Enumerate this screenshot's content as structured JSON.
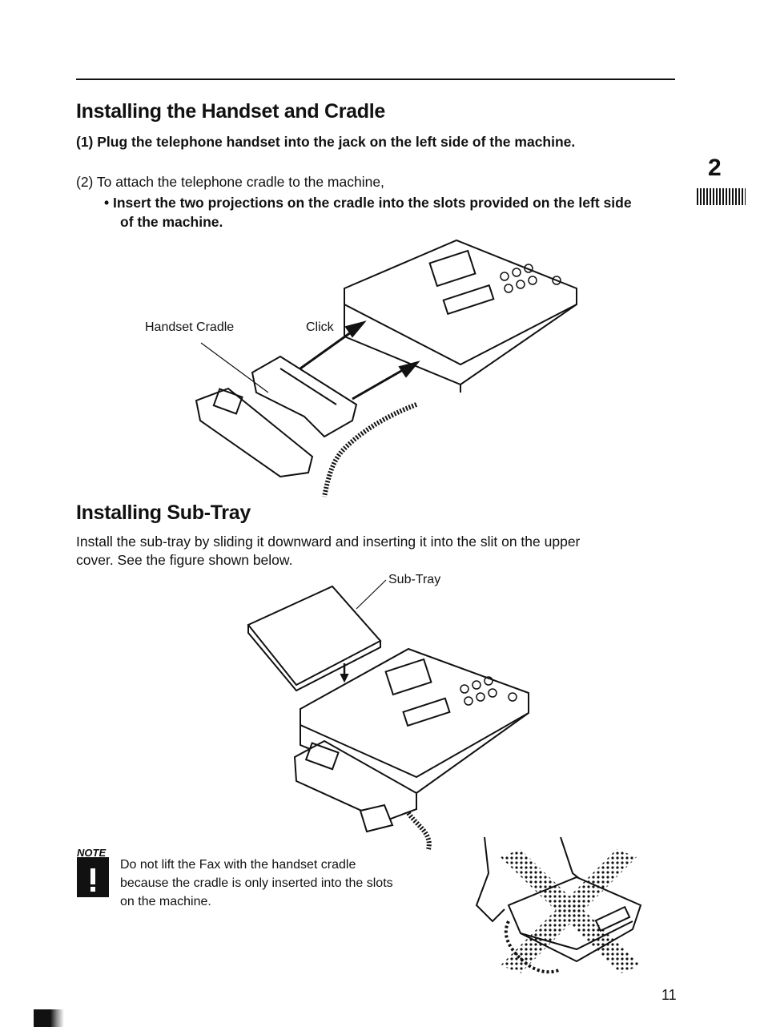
{
  "chapter_number": "2",
  "section1": {
    "title": "Installing the Handset and Cradle",
    "step1": "(1) Plug the telephone handset into the jack on the left side of the machine.",
    "step2": "(2) To attach the telephone cradle to the machine,",
    "bullet": "•  Insert the two projections on the cradle into the slots provided on the left side",
    "bullet_cont": "of the machine.",
    "fig_labels": {
      "cradle": "Handset Cradle",
      "click": "Click"
    }
  },
  "section2": {
    "title": "Installing Sub-Tray",
    "line1": "Install the sub-tray by sliding it downward and inserting it into the slit on the upper",
    "line2": "cover. See the figure shown below.",
    "fig_label": "Sub-Tray"
  },
  "note": {
    "label": "NOTE",
    "line1": "Do not lift the Fax with the handset cradle",
    "line2": "because the cradle is only inserted into the slots",
    "line3": "on the machine."
  },
  "page_number": "11"
}
